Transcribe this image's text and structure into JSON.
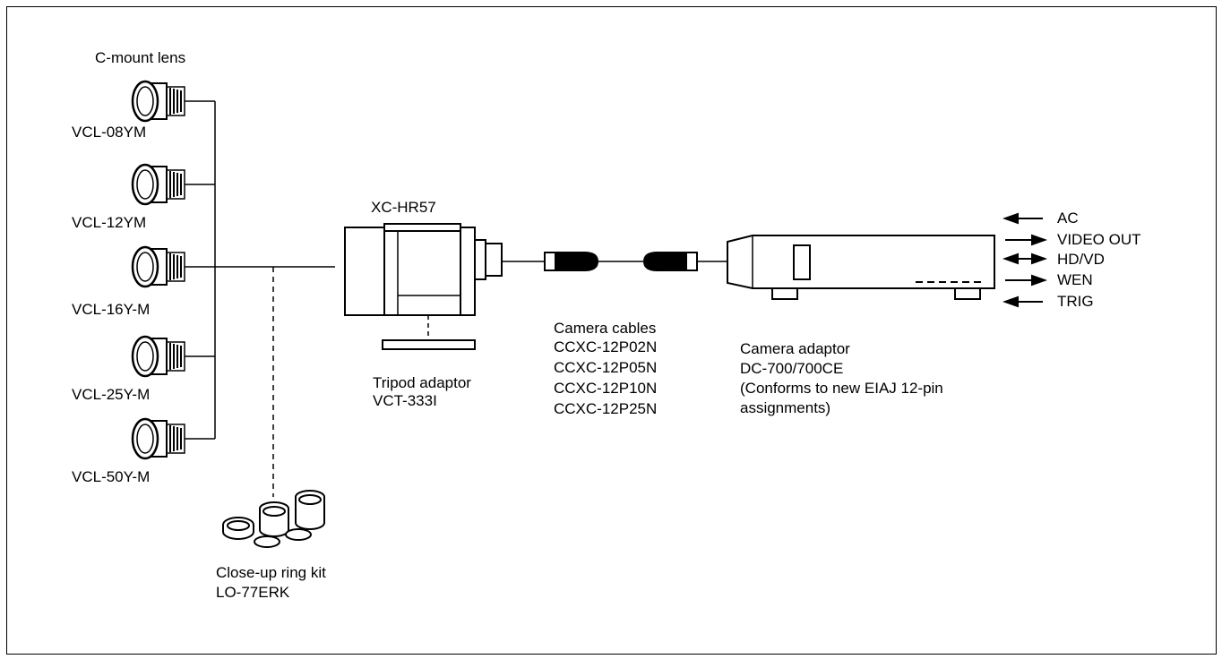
{
  "lenses": {
    "title": "C-mount lens",
    "items": [
      "VCL-08YM",
      "VCL-12YM",
      "VCL-16Y-M",
      "VCL-25Y-M",
      "VCL-50Y-M"
    ]
  },
  "camera": {
    "model": "XC-HR57"
  },
  "tripod": {
    "line1": "Tripod adaptor",
    "line2": "VCT-333I"
  },
  "cables": {
    "title": "Camera cables",
    "models": [
      "CCXC-12P02N",
      "CCXC-12P05N",
      "CCXC-12P10N",
      "CCXC-12P25N"
    ]
  },
  "adaptor": {
    "line1": "Camera adaptor",
    "line2": "DC-700/700CE",
    "line3": "(Conforms to new EIAJ 12-pin",
    "line4": "assignments)"
  },
  "signals": [
    {
      "label": "AC",
      "direction": "in"
    },
    {
      "label": "VIDEO OUT",
      "direction": "out"
    },
    {
      "label": "HD/VD",
      "direction": "both"
    },
    {
      "label": "WEN",
      "direction": "out"
    },
    {
      "label": "TRIG",
      "direction": "in"
    }
  ],
  "ringkit": {
    "line1": "Close-up ring kit",
    "line2": "LO-77ERK"
  }
}
